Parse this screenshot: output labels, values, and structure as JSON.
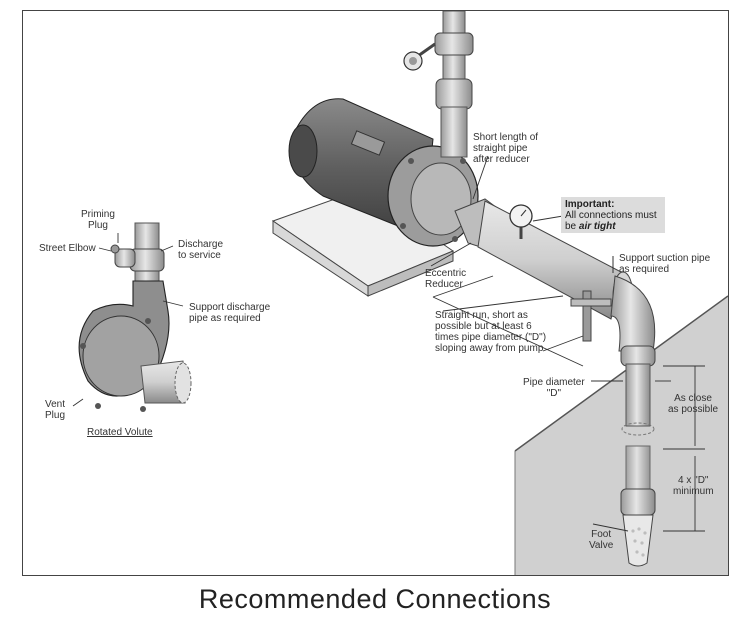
{
  "caption": "Recommended Connections",
  "labels": {
    "priming_plug": [
      "Priming",
      "Plug"
    ],
    "street_elbow": "Street Elbow",
    "discharge_to_service": [
      "Discharge",
      "to service"
    ],
    "support_discharge": [
      "Support discharge",
      "pipe as required"
    ],
    "vent_plug": [
      "Vent",
      "Plug"
    ],
    "rotated_volute": "Rotated Volute",
    "short_length": [
      "Short length of",
      "straight pipe",
      "after reducer"
    ],
    "eccentric_reducer": [
      "Eccentric",
      "Reducer"
    ],
    "support_suction": [
      "Support suction pipe",
      "as required"
    ],
    "straight_run": [
      "Straight run, short as",
      "possible but at least 6",
      "times pipe diameter (\"D\")",
      "sloping away from pump"
    ],
    "pipe_diameter": [
      "Pipe diameter",
      "\"D\""
    ],
    "as_close": [
      "As close",
      "as possible"
    ],
    "four_d": [
      "4 x \"D\"",
      "minimum"
    ],
    "foot_valve": [
      "Foot",
      "Valve"
    ]
  },
  "important": {
    "title": "Important:",
    "line1": "All connections must",
    "line2_prefix": "be ",
    "line2_emph": "air tight"
  },
  "colors": {
    "pipe": "#c9c9c9",
    "pipe_dark": "#8a8a8a",
    "motor": "#6f6f6f",
    "water": "#d0d0d0",
    "note_bg": "#dcdcdc"
  }
}
